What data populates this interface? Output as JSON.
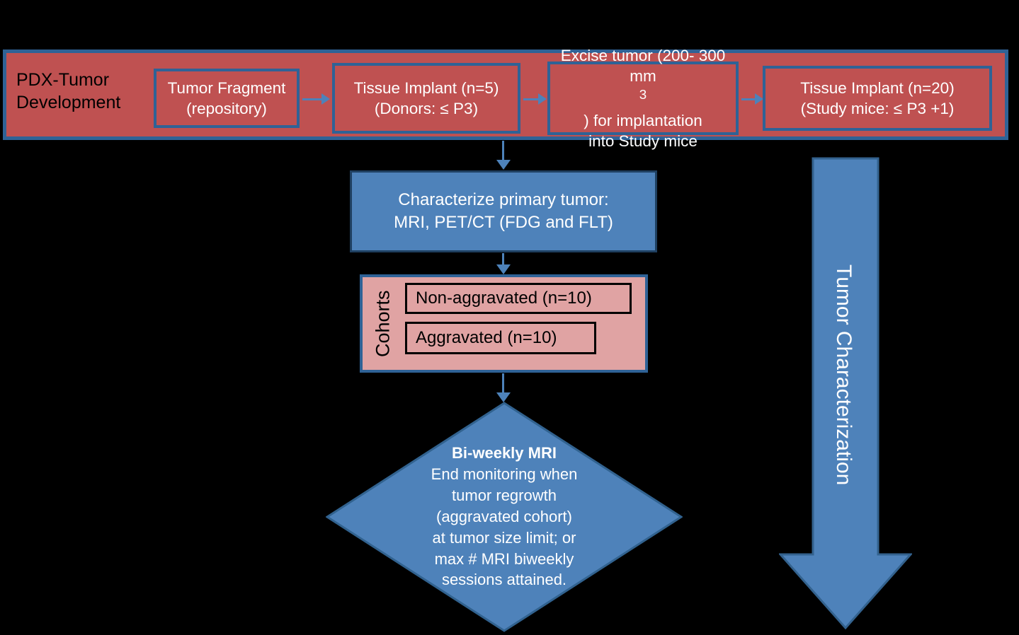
{
  "figure": {
    "background_color": "#000000",
    "colors": {
      "red_fill": "#bf5151",
      "blue_border": "#2f6296",
      "blue_fill": "#4e82ba",
      "pink_fill": "#e0a3a3",
      "connector": "#4d82ba",
      "text_light": "#ffffff",
      "text_dark": "#000000"
    }
  },
  "pdx_band": {
    "label": "PDX-Tumor Development",
    "steps": [
      {
        "line1": "Tumor Fragment",
        "line2": "(repository)"
      },
      {
        "line1": "Tissue Implant (n=5)",
        "line2": "(Donors: ≤ P3)"
      },
      {
        "line1": "Excise tumor (200- 300",
        "line2_pre": "mm",
        "line2_sup": "3",
        "line2_post": ") for implantation",
        "line3": "into Study mice"
      },
      {
        "line1": "Tissue Implant (n=20)",
        "line2": "(Study mice: ≤ P3 +1)"
      }
    ]
  },
  "characterize": {
    "line1": "Characterize primary tumor:",
    "line2": "MRI, PET/CT (FDG and FLT)"
  },
  "cohorts": {
    "label": "Cohorts",
    "items": [
      {
        "label": "Non-aggravated (n=10)"
      },
      {
        "label": "Aggravated (n=10)"
      }
    ]
  },
  "decision": {
    "heading": "Bi-weekly MRI",
    "lines": [
      "End monitoring when",
      "tumor regrowth",
      "(aggravated cohort)",
      "at tumor size limit; or",
      "max # MRI biweekly",
      "sessions attained."
    ]
  },
  "side_arrow": {
    "label": "Tumor Characterization"
  }
}
